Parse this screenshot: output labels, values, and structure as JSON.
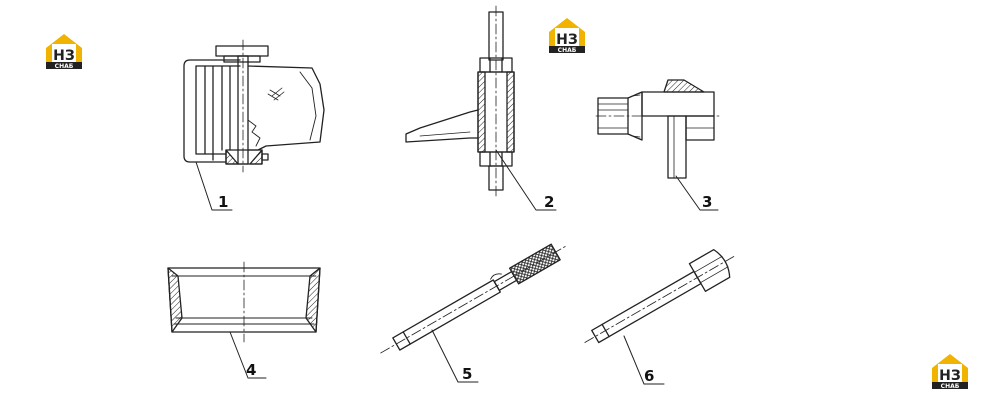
{
  "logo": {
    "letters": "НЗ",
    "subtitle": "СНАБ",
    "colors": {
      "accent": "#f0b400",
      "dark": "#222222"
    }
  },
  "callouts": [
    {
      "id": "part-1",
      "label": "1"
    },
    {
      "id": "part-2",
      "label": "2"
    },
    {
      "id": "part-3",
      "label": "3"
    },
    {
      "id": "part-4",
      "label": "4"
    },
    {
      "id": "part-5",
      "label": "5"
    },
    {
      "id": "part-6",
      "label": "6"
    }
  ]
}
